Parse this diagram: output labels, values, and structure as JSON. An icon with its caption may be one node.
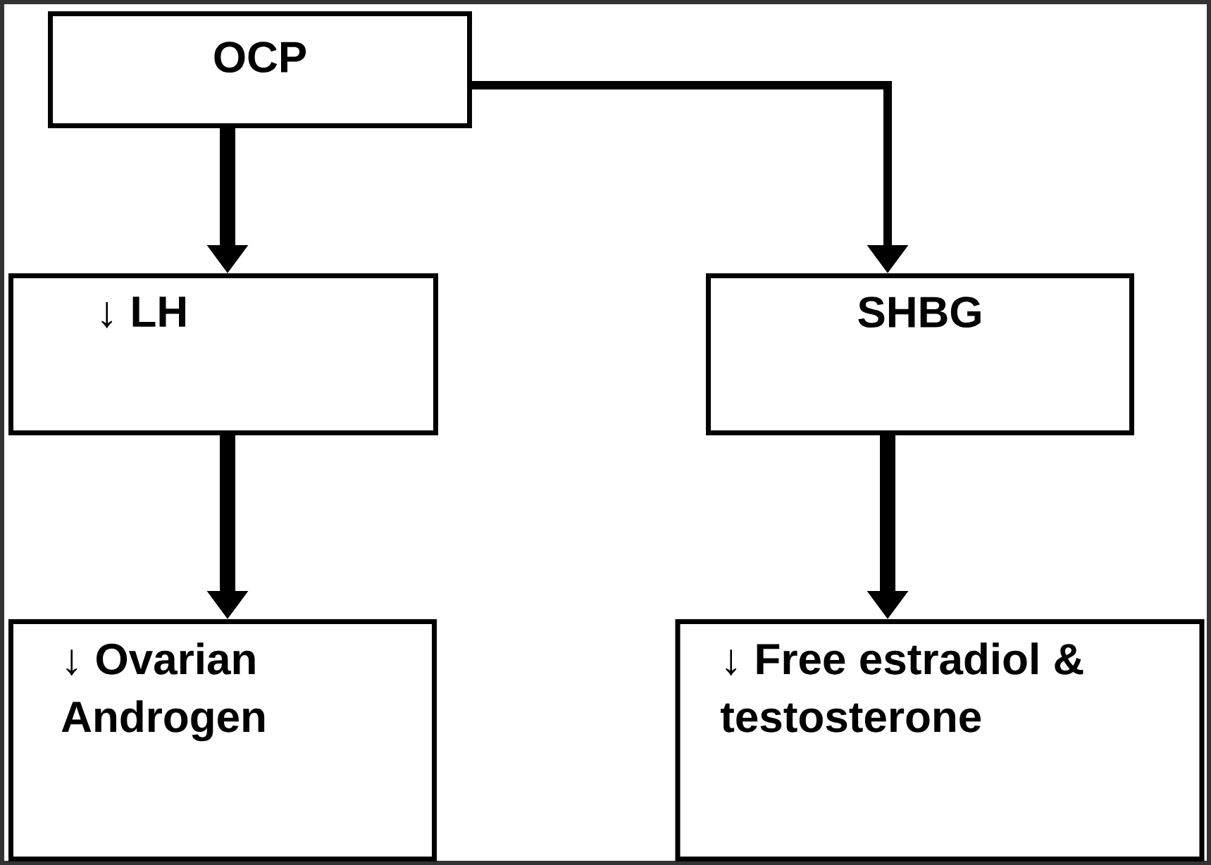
{
  "diagram": {
    "nodes": [
      {
        "text": [
          "OCP"
        ]
      },
      {
        "text": [
          "↓ LH"
        ]
      },
      {
        "text": [
          "SHBG"
        ]
      },
      {
        "text": [
          "↓ Ovarian Androgen"
        ]
      },
      {
        "text": [
          "↓ Free estradiol & testosterone"
        ]
      }
    ],
    "edges": [
      {
        "from": 0,
        "to": 1,
        "arrow": "to"
      },
      {
        "from": 0,
        "to": 2,
        "arrow": "to"
      },
      {
        "from": 1,
        "to": 3,
        "arrow": "to"
      },
      {
        "from": 2,
        "to": 4,
        "arrow": "to"
      }
    ]
  }
}
